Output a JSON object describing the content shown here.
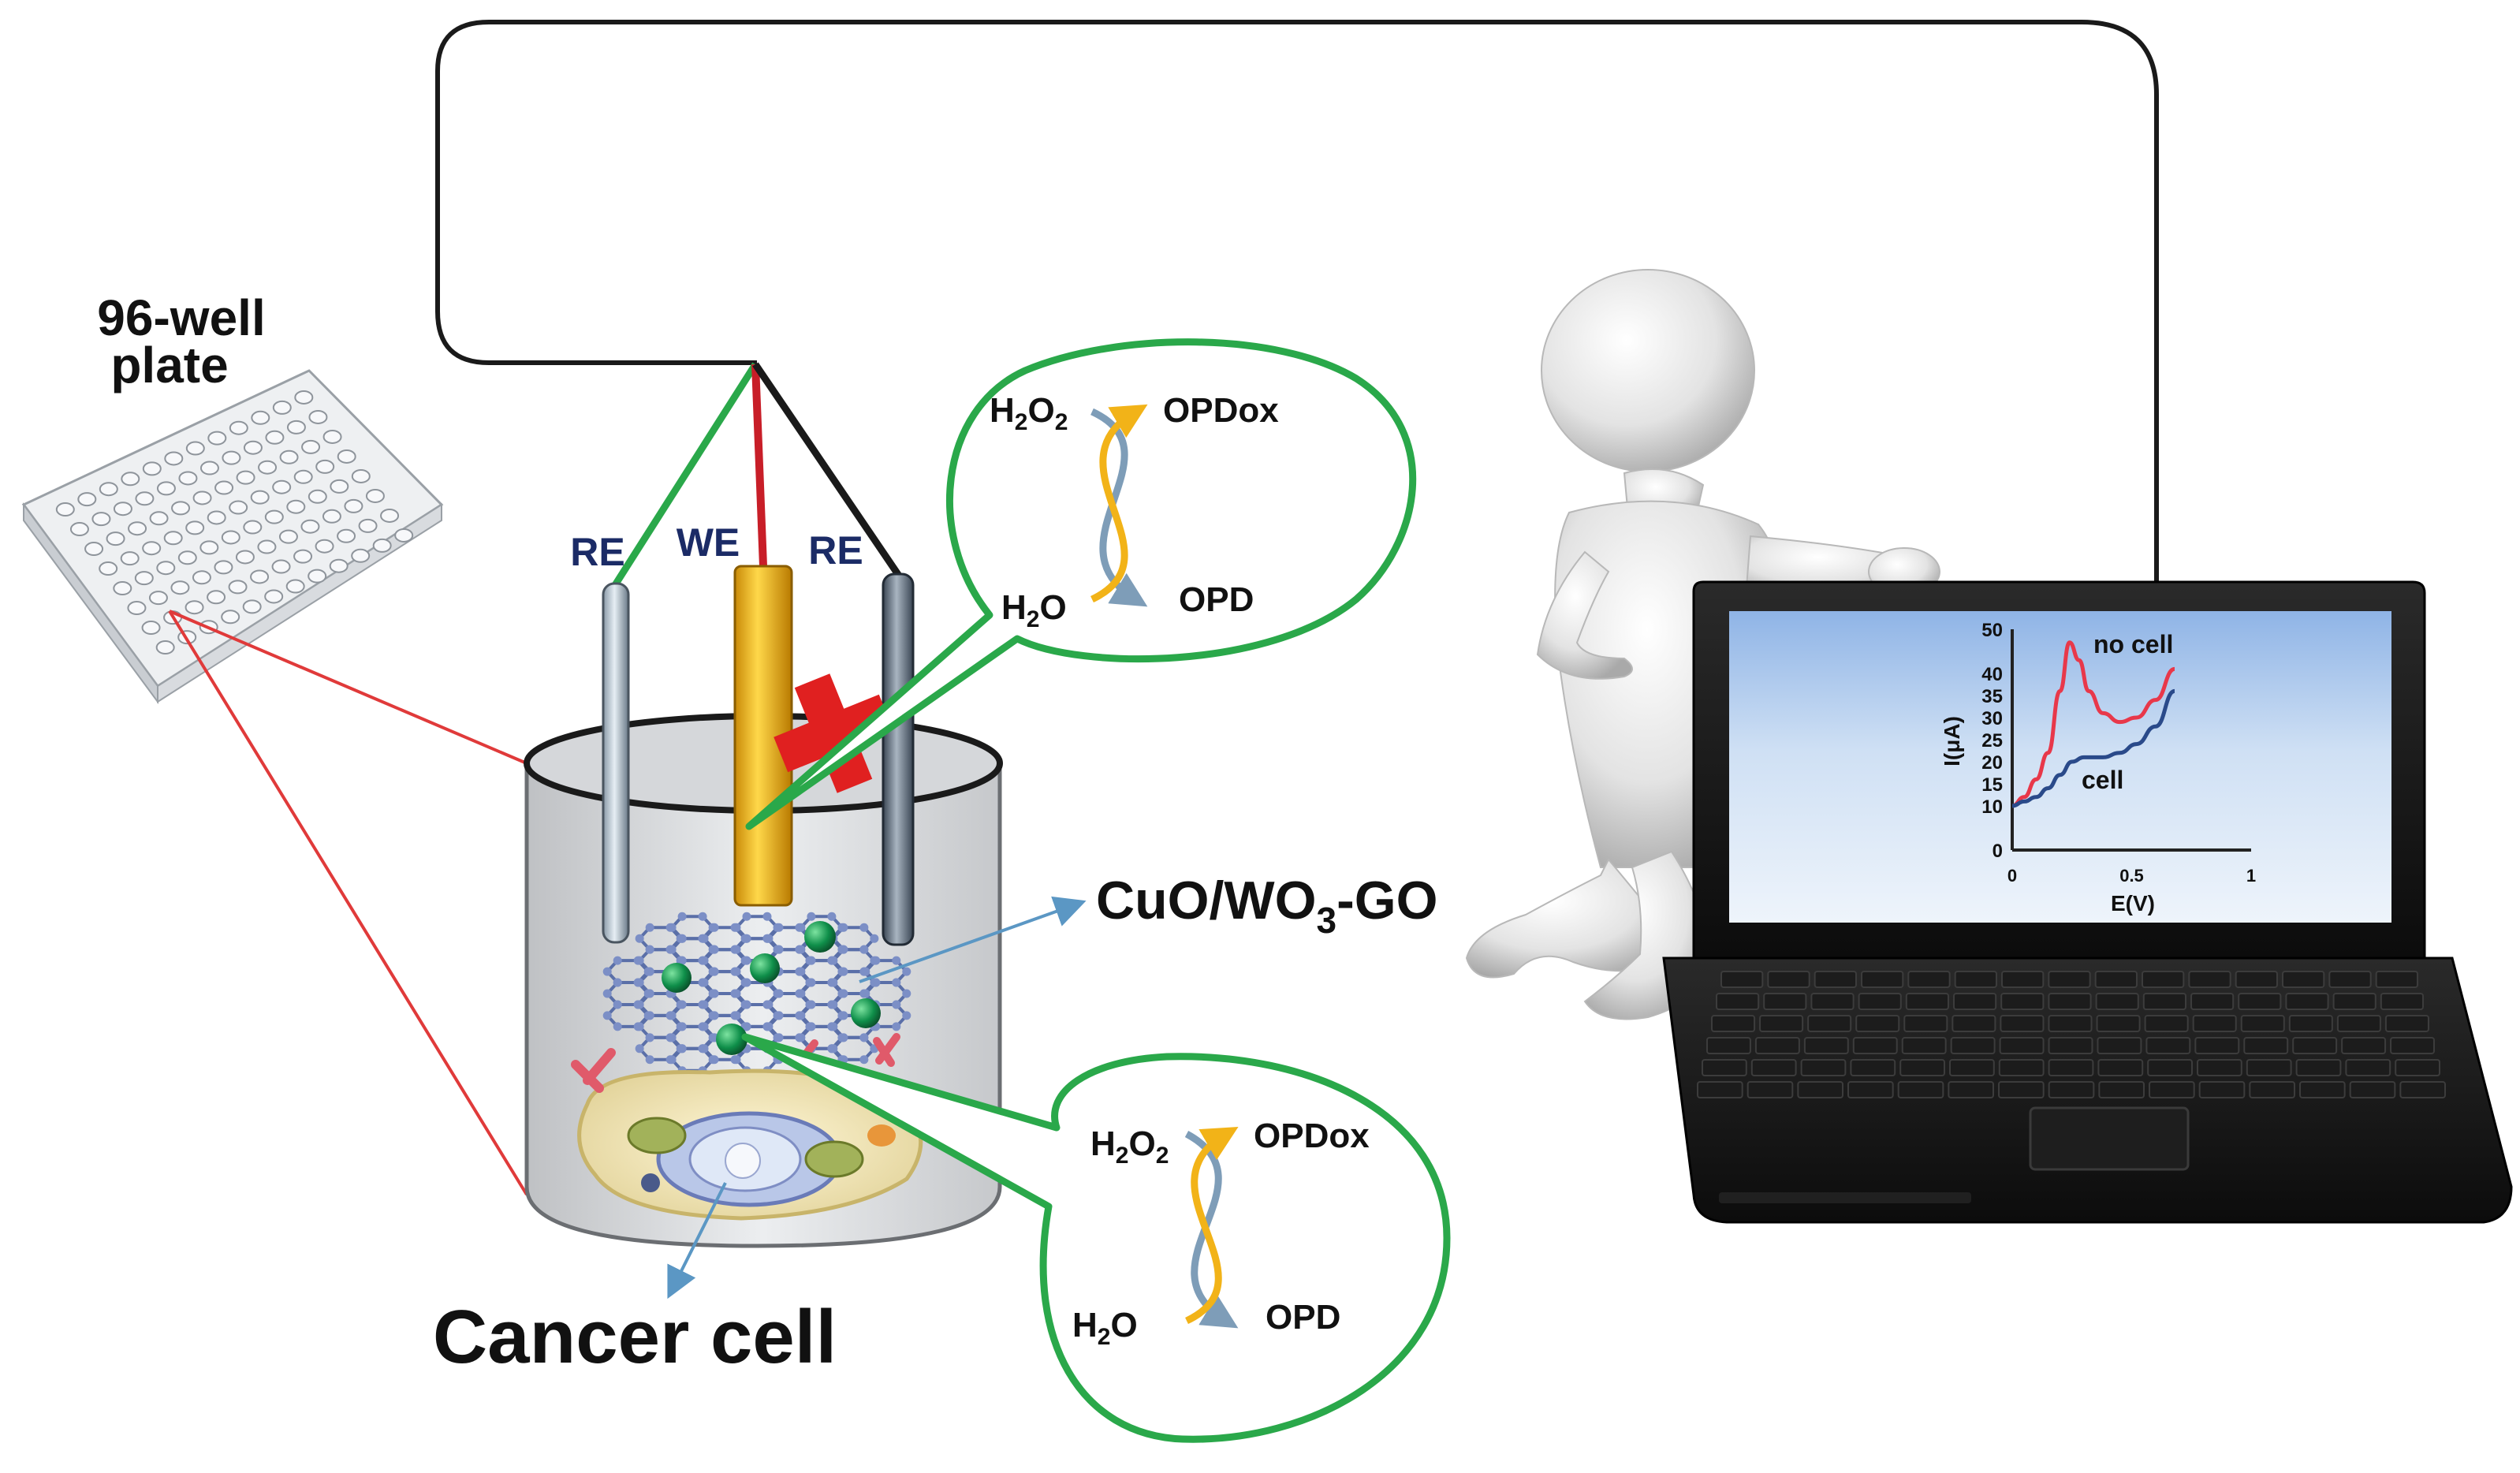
{
  "labels": {
    "plate_line1": "96-well",
    "plate_line2": "plate",
    "re_left": "RE",
    "we": "WE",
    "re_right": "RE",
    "material_main": "CuO/WO",
    "material_sub": "3",
    "material_suffix": "-GO",
    "cancer_cell": "Cancer cell"
  },
  "reaction_top": {
    "h2o2_h": "H",
    "h2o2_2a": "2",
    "h2o2_o": "O",
    "h2o2_2b": "2",
    "opdox": "OPDox",
    "h2o_h": "H",
    "h2o_2": "2",
    "h2o_o": "O",
    "opd": "OPD"
  },
  "reaction_bottom": {
    "h2o2_h": "H",
    "h2o2_2a": "2",
    "h2o2_o": "O",
    "h2o2_2b": "2",
    "opdox": "OPDox",
    "h2o_h": "H",
    "h2o_2": "2",
    "h2o_o": "O",
    "opd": "OPD"
  },
  "chart_data": {
    "type": "line",
    "xlabel": "E(V)",
    "ylabel": "I(μA)",
    "x_ticks": [
      "0",
      "0.5",
      "1"
    ],
    "y_ticks": [
      "0",
      "10",
      "15",
      "20",
      "25",
      "30",
      "35",
      "40",
      "50"
    ],
    "xlim": [
      0,
      1
    ],
    "ylim": [
      0,
      50
    ],
    "series": [
      {
        "name": "no cell",
        "color": "#e8384a",
        "x": [
          0,
          0.05,
          0.1,
          0.15,
          0.2,
          0.24,
          0.28,
          0.32,
          0.38,
          0.45,
          0.52,
          0.6,
          0.68
        ],
        "y": [
          10,
          12,
          16,
          22,
          36,
          47,
          43,
          36,
          31,
          29,
          30,
          34,
          41
        ]
      },
      {
        "name": "cell",
        "color": "#2a4a8a",
        "x": [
          0,
          0.05,
          0.1,
          0.15,
          0.2,
          0.25,
          0.3,
          0.38,
          0.45,
          0.52,
          0.6,
          0.68
        ],
        "y": [
          10,
          11,
          12,
          14,
          17,
          20,
          21,
          21,
          22,
          24,
          28,
          36
        ]
      }
    ]
  },
  "colors": {
    "cable": "#1a1a1a",
    "green_lead": "#2aa84a",
    "red_lead": "#c81e28",
    "callout": "#2aa84a",
    "arrow_blue": "#5b97c4",
    "plate_line": "#e03a3a",
    "cross": "#e02020"
  }
}
